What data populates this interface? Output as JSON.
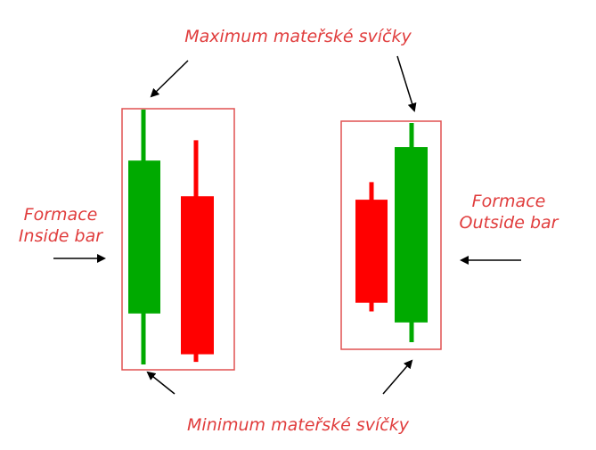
{
  "labels": {
    "top": "Maximum mateřské svíčky",
    "bottom": "Minimum mateřské svíčky",
    "left_line1": "Formace",
    "left_line2": "Inside bar",
    "right_line1": "Formace",
    "right_line2": "Outside bar"
  },
  "colors": {
    "label": "#e03c3c",
    "frame": "#e05050",
    "bullish": "#00aa00",
    "bearish": "#ff0000",
    "arrow": "#000000"
  },
  "patterns": [
    {
      "name": "inside-bar",
      "candles": [
        {
          "role": "mother",
          "direction": "bullish",
          "open": 20,
          "close": 80,
          "high": 100,
          "low": 0
        },
        {
          "role": "inside",
          "direction": "bearish",
          "open": 66,
          "close": 4,
          "high": 88,
          "low": 1
        }
      ]
    },
    {
      "name": "outside-bar",
      "candles": [
        {
          "role": "mother",
          "direction": "bearish",
          "open": 65,
          "close": 18,
          "high": 73,
          "low": 14
        },
        {
          "role": "outside",
          "direction": "bullish",
          "open": 9,
          "close": 89,
          "high": 100,
          "low": 0
        }
      ]
    }
  ]
}
